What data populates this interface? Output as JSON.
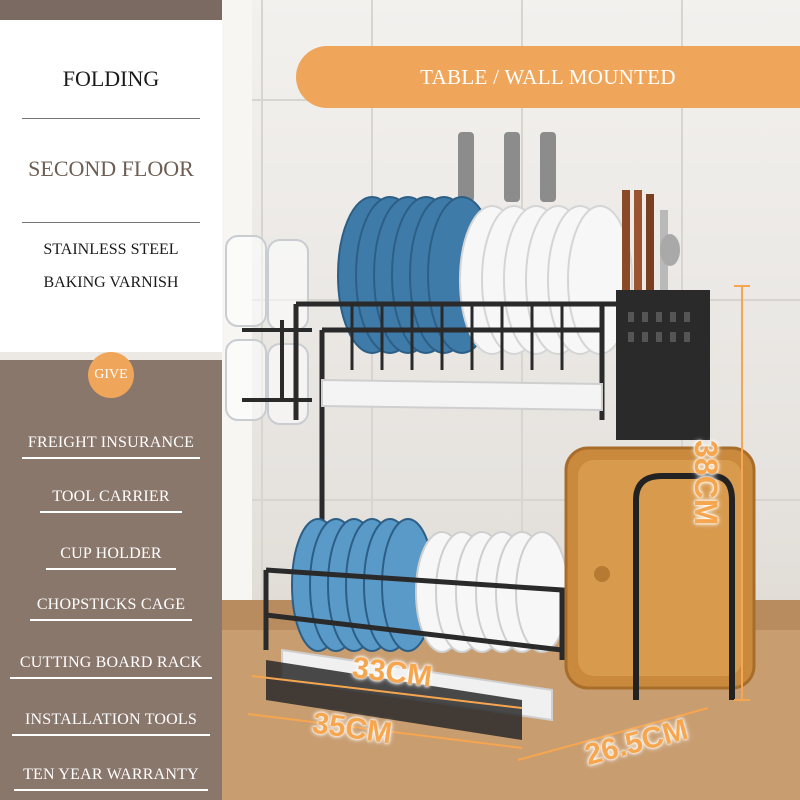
{
  "badge": {
    "label": "TABLE / WALL MOUNTED",
    "color": "#f0a65a"
  },
  "features": {
    "folding": "FOLDING",
    "second_floor": "SECOND FLOOR",
    "material_line1": "STAINLESS STEEL",
    "material_line2": "BAKING VARNISH"
  },
  "give": {
    "label": "GIVE",
    "color": "#f0a65a"
  },
  "gifts": [
    "FREIGHT INSURANCE",
    "TOOL CARRIER",
    "CUP HOLDER",
    "CHOPSTICKS CAGE",
    "CUTTING BOARD RACK",
    "INSTALLATION TOOLS",
    "TEN YEAR WARRANTY"
  ],
  "dimensions": {
    "height": "38CM",
    "inner_width": "33CM",
    "width": "35CM",
    "depth": "26.5CM",
    "color": "#f6a64f"
  },
  "colors": {
    "panel_brown": "#8a776c",
    "rack_black": "#2a2a2a",
    "plate_blue": "#3f7ba8",
    "board_wood": "#c98a3e"
  }
}
